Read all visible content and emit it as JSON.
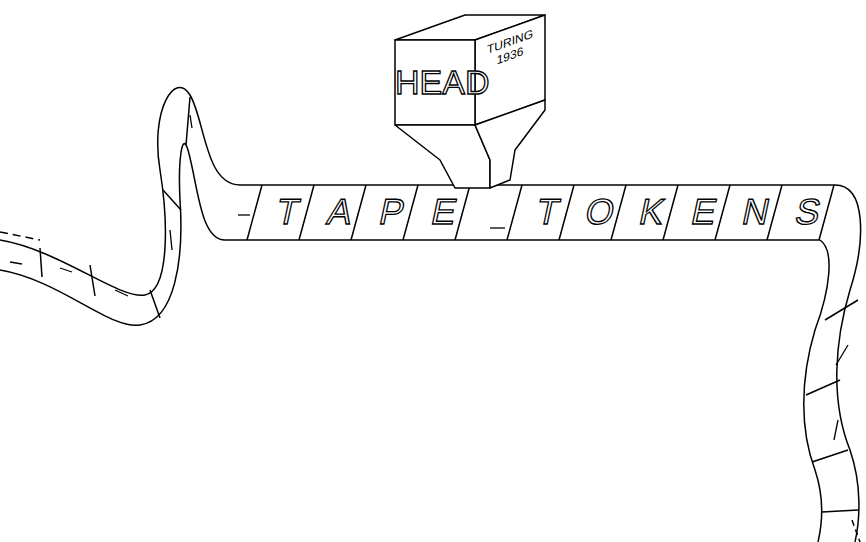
{
  "diagram": {
    "nodes": [
      {
        "text": [
          "HEAD",
          "TURING 1936"
        ]
      }
    ],
    "labels": [
      "T",
      "A",
      "P",
      "E",
      "T",
      "O",
      "K",
      "E",
      "N",
      "S"
    ]
  }
}
